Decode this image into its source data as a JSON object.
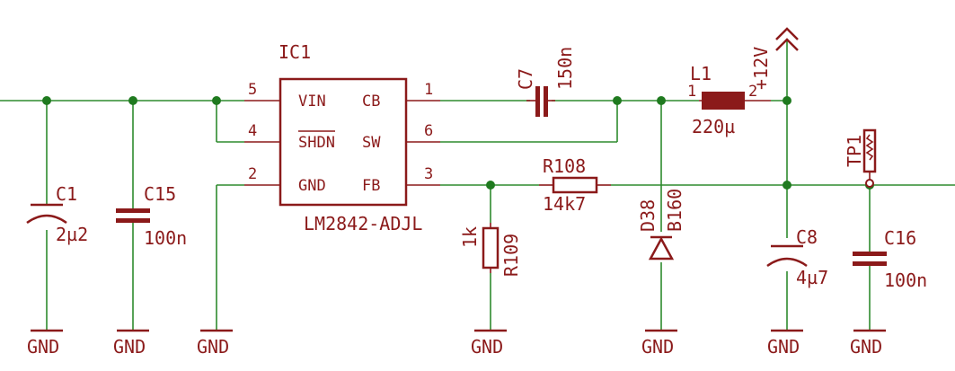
{
  "ic": {
    "name": "IC1",
    "value": "LM2842-ADJL",
    "pins": {
      "vin": "VIN",
      "shdn": "SHDN",
      "gnd": "GND",
      "cb": "CB",
      "sw": "SW",
      "fb": "FB"
    },
    "pin_numbers": {
      "vin": "5",
      "shdn": "4",
      "gnd": "2",
      "cb": "1",
      "sw": "6",
      "fb": "3"
    }
  },
  "components": {
    "c1": {
      "name": "C1",
      "value": "2µ2"
    },
    "c15": {
      "name": "C15",
      "value": "100n"
    },
    "c7": {
      "name": "C7",
      "value": "150n"
    },
    "l1": {
      "name": "L1",
      "value": "220µ",
      "pin1": "1",
      "pin2": "2"
    },
    "r108": {
      "name": "R108",
      "value": "14k7"
    },
    "r109": {
      "name": "R109",
      "value": "1k"
    },
    "d38": {
      "name": "D38",
      "value": "B160"
    },
    "c8": {
      "name": "C8",
      "value": "4µ7"
    },
    "c16": {
      "name": "C16",
      "value": "100n"
    },
    "tp1": {
      "name": "TP1"
    }
  },
  "supply": {
    "label": "+12V"
  },
  "grounds": [
    "GND",
    "GND",
    "GND",
    "GND",
    "GND",
    "GND",
    "GND"
  ],
  "colors": {
    "wire": "#2e8b2e",
    "symbol": "#8b1a1a",
    "junction": "#1f7a1f",
    "background": "#ffffff"
  }
}
